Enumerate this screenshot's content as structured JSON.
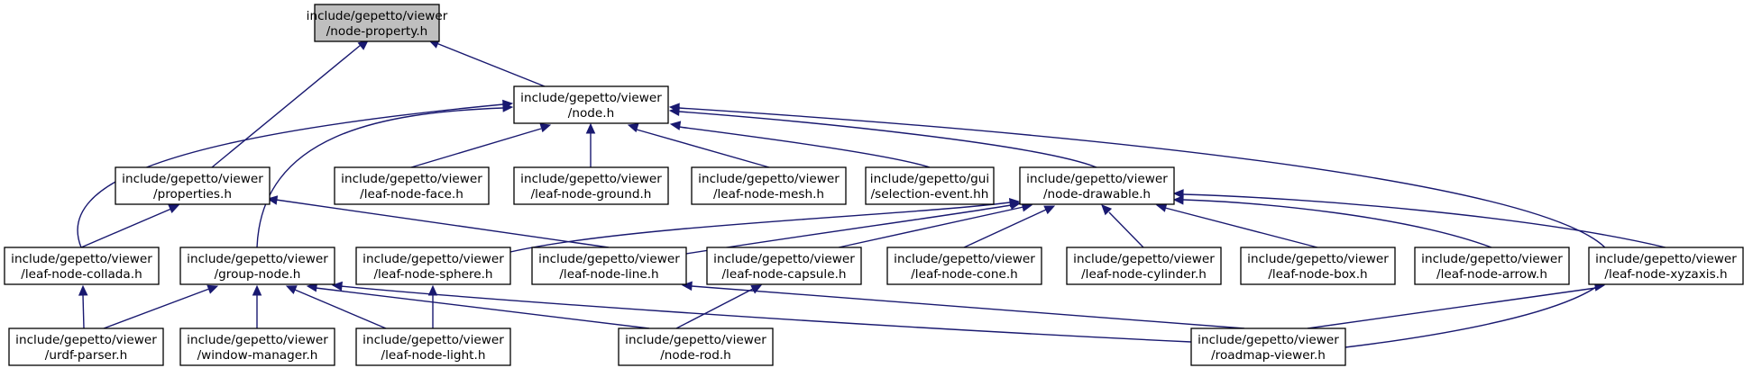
{
  "colors": {
    "edge": "#191970",
    "root_fill": "#bfbfbf",
    "node_fill": "#ffffff",
    "border": "#000000"
  },
  "nodes": [
    {
      "id": "node-property",
      "line1": "include/gepetto/viewer",
      "line2": "/node-property.h",
      "root": true
    },
    {
      "id": "node",
      "line1": "include/gepetto/viewer",
      "line2": "/node.h"
    },
    {
      "id": "properties",
      "line1": "include/gepetto/viewer",
      "line2": "/properties.h"
    },
    {
      "id": "leaf-node-face",
      "line1": "include/gepetto/viewer",
      "line2": "/leaf-node-face.h"
    },
    {
      "id": "leaf-node-ground",
      "line1": "include/gepetto/viewer",
      "line2": "/leaf-node-ground.h"
    },
    {
      "id": "leaf-node-mesh",
      "line1": "include/gepetto/viewer",
      "line2": "/leaf-node-mesh.h"
    },
    {
      "id": "selection-event",
      "line1": "include/gepetto/gui",
      "line2": "/selection-event.hh"
    },
    {
      "id": "node-drawable",
      "line1": "include/gepetto/viewer",
      "line2": "/node-drawable.h"
    },
    {
      "id": "leaf-node-collada",
      "line1": "include/gepetto/viewer",
      "line2": "/leaf-node-collada.h"
    },
    {
      "id": "group-node",
      "line1": "include/gepetto/viewer",
      "line2": "/group-node.h"
    },
    {
      "id": "leaf-node-sphere",
      "line1": "include/gepetto/viewer",
      "line2": "/leaf-node-sphere.h"
    },
    {
      "id": "leaf-node-line",
      "line1": "include/gepetto/viewer",
      "line2": "/leaf-node-line.h"
    },
    {
      "id": "leaf-node-capsule",
      "line1": "include/gepetto/viewer",
      "line2": "/leaf-node-capsule.h"
    },
    {
      "id": "leaf-node-cone",
      "line1": "include/gepetto/viewer",
      "line2": "/leaf-node-cone.h"
    },
    {
      "id": "leaf-node-cylinder",
      "line1": "include/gepetto/viewer",
      "line2": "/leaf-node-cylinder.h"
    },
    {
      "id": "leaf-node-box",
      "line1": "include/gepetto/viewer",
      "line2": "/leaf-node-box.h"
    },
    {
      "id": "leaf-node-arrow",
      "line1": "include/gepetto/viewer",
      "line2": "/leaf-node-arrow.h"
    },
    {
      "id": "leaf-node-xyzaxis",
      "line1": "include/gepetto/viewer",
      "line2": "/leaf-node-xyzaxis.h"
    },
    {
      "id": "urdf-parser",
      "line1": "include/gepetto/viewer",
      "line2": "/urdf-parser.h"
    },
    {
      "id": "window-manager",
      "line1": "include/gepetto/viewer",
      "line2": "/window-manager.h"
    },
    {
      "id": "leaf-node-light",
      "line1": "include/gepetto/viewer",
      "line2": "/leaf-node-light.h"
    },
    {
      "id": "node-rod",
      "line1": "include/gepetto/viewer",
      "line2": "/node-rod.h"
    },
    {
      "id": "roadmap-viewer",
      "line1": "include/gepetto/viewer",
      "line2": "/roadmap-viewer.h"
    }
  ],
  "edges": [
    {
      "from": "node",
      "to": "node-property"
    },
    {
      "from": "properties",
      "to": "node-property"
    },
    {
      "from": "leaf-node-face",
      "to": "node"
    },
    {
      "from": "leaf-node-ground",
      "to": "node"
    },
    {
      "from": "leaf-node-mesh",
      "to": "node"
    },
    {
      "from": "selection-event",
      "to": "node"
    },
    {
      "from": "node-drawable",
      "to": "node"
    },
    {
      "from": "leaf-node-collada",
      "to": "node"
    },
    {
      "from": "group-node",
      "to": "node"
    },
    {
      "from": "roadmap-viewer",
      "to": "node"
    },
    {
      "from": "leaf-node-collada",
      "to": "properties"
    },
    {
      "from": "leaf-node-line",
      "to": "properties"
    },
    {
      "from": "leaf-node-sphere",
      "to": "node-drawable"
    },
    {
      "from": "leaf-node-line",
      "to": "node-drawable"
    },
    {
      "from": "leaf-node-capsule",
      "to": "node-drawable"
    },
    {
      "from": "leaf-node-cone",
      "to": "node-drawable"
    },
    {
      "from": "leaf-node-cylinder",
      "to": "node-drawable"
    },
    {
      "from": "leaf-node-box",
      "to": "node-drawable"
    },
    {
      "from": "leaf-node-arrow",
      "to": "node-drawable"
    },
    {
      "from": "leaf-node-xyzaxis",
      "to": "node-drawable"
    },
    {
      "from": "urdf-parser",
      "to": "leaf-node-collada"
    },
    {
      "from": "urdf-parser",
      "to": "group-node"
    },
    {
      "from": "window-manager",
      "to": "group-node"
    },
    {
      "from": "leaf-node-light",
      "to": "group-node"
    },
    {
      "from": "node-rod",
      "to": "group-node"
    },
    {
      "from": "roadmap-viewer",
      "to": "group-node"
    },
    {
      "from": "leaf-node-light",
      "to": "leaf-node-sphere"
    },
    {
      "from": "node-rod",
      "to": "leaf-node-capsule"
    },
    {
      "from": "roadmap-viewer",
      "to": "leaf-node-line"
    },
    {
      "from": "roadmap-viewer",
      "to": "leaf-node-xyzaxis"
    }
  ]
}
